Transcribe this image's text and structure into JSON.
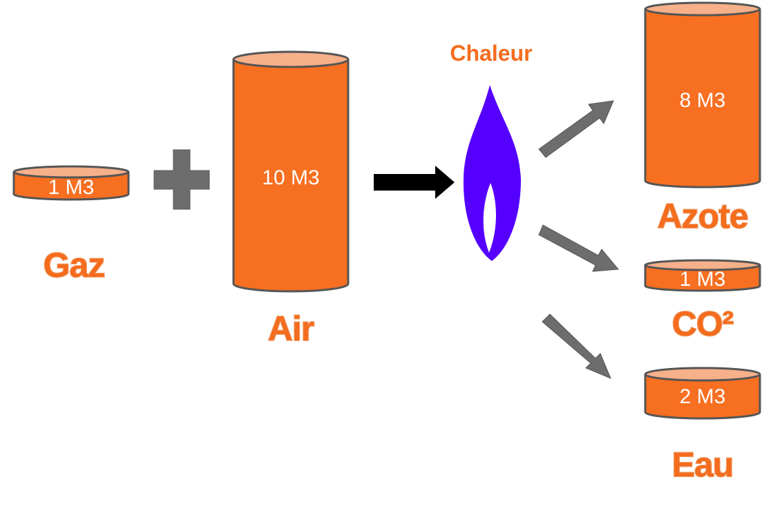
{
  "colors": {
    "cylinder_fill": "#f76f21",
    "cylinder_top": "#f6b08a",
    "cylinder_stroke": "#555555",
    "label_orange": "#f46c1d",
    "flame": "#5500ff",
    "arrow_gray": "#6d6d6d",
    "arrow_black": "#000000"
  },
  "inputs": {
    "gaz": {
      "volume": "1 M3",
      "name": "Gaz"
    },
    "air": {
      "volume": "10 M3",
      "name": "Air"
    }
  },
  "heat_label": "Chaleur",
  "outputs": {
    "azote": {
      "volume": "8 M3",
      "name": "Azote"
    },
    "co2": {
      "volume": "1 M3",
      "name": "CO²"
    },
    "eau": {
      "volume": "2 M3",
      "name": "Eau"
    }
  },
  "icons": [
    "plus-icon",
    "arrow-right-icon",
    "flame-icon",
    "arrow-up-right-icon",
    "arrow-down-right-icon"
  ]
}
